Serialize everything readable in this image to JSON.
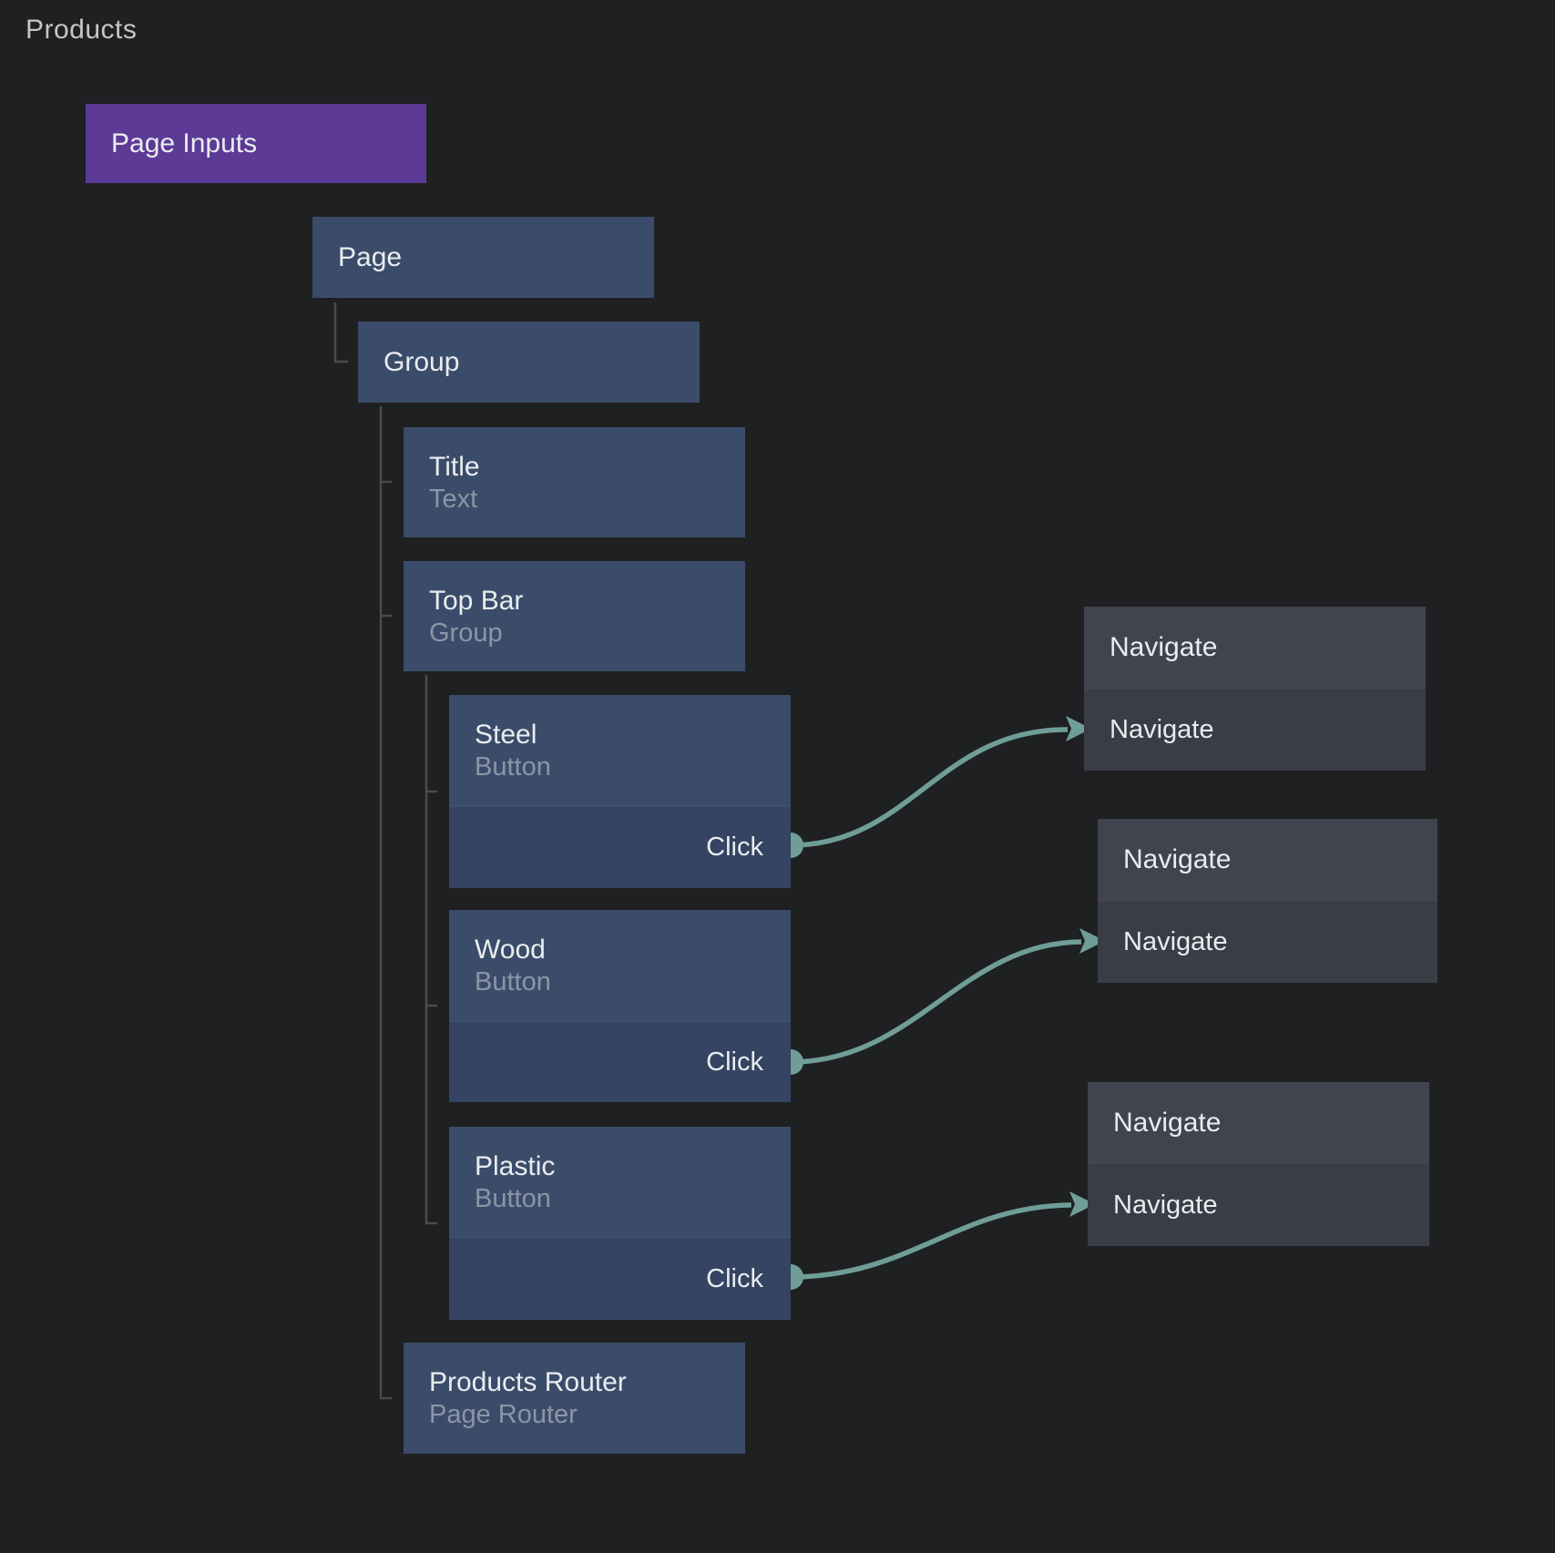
{
  "header": {
    "title": "Products"
  },
  "colors": {
    "background": "#1f2021",
    "element_node_header": "#3a4c69",
    "element_node_body": "#344462",
    "component_node": "#5c3a96",
    "action_node_header": "#41434f",
    "action_node_body": "#3a3c46",
    "connection": "#6f9e99",
    "tree_line": "#4b4b4b",
    "title_text": "#e9ecef",
    "subtitle_text": "#8c95a6",
    "heading_text": "#c5c6c8"
  },
  "nodes": {
    "page_inputs": {
      "title": "Page Inputs"
    },
    "page": {
      "title": "Page"
    },
    "group": {
      "title": "Group"
    },
    "title": {
      "title": "Title",
      "subtitle": "Text"
    },
    "top_bar": {
      "title": "Top Bar",
      "subtitle": "Group"
    },
    "steel": {
      "title": "Steel",
      "subtitle": "Button",
      "output_port": "Click"
    },
    "wood": {
      "title": "Wood",
      "subtitle": "Button",
      "output_port": "Click"
    },
    "plastic": {
      "title": "Plastic",
      "subtitle": "Button",
      "output_port": "Click"
    },
    "products_router": {
      "title": "Products Router",
      "subtitle": "Page Router"
    },
    "navigate_1": {
      "title": "Navigate",
      "input_port": "Navigate"
    },
    "navigate_2": {
      "title": "Navigate",
      "input_port": "Navigate"
    },
    "navigate_3": {
      "title": "Navigate",
      "input_port": "Navigate"
    }
  },
  "connections": [
    {
      "from_node": "Steel",
      "from_port": "Click",
      "to_node": "Navigate",
      "to_port": "Navigate"
    },
    {
      "from_node": "Wood",
      "from_port": "Click",
      "to_node": "Navigate",
      "to_port": "Navigate"
    },
    {
      "from_node": "Plastic",
      "from_port": "Click",
      "to_node": "Navigate",
      "to_port": "Navigate"
    }
  ]
}
